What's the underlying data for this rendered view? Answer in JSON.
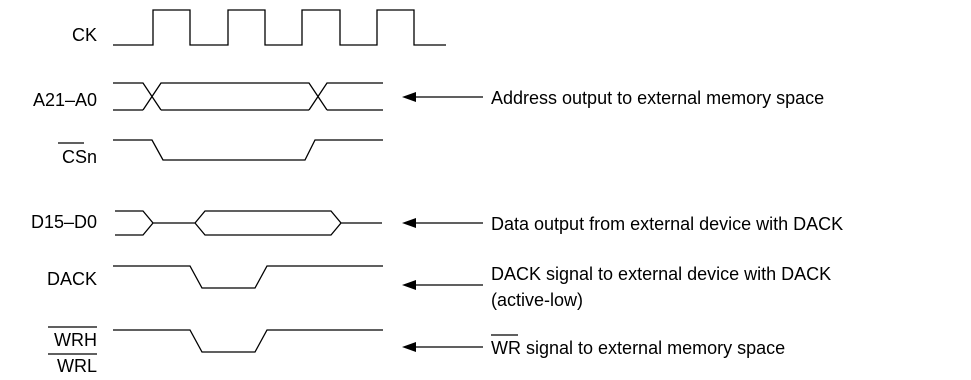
{
  "signals": {
    "ck": "CK",
    "addr": "A21–A0",
    "cs": "CS",
    "cs_suffix": "n",
    "data": "D15–D0",
    "dack": "DACK",
    "wrh": "WRH",
    "wrl": "WRL"
  },
  "annotations": {
    "addr": "Address output to external memory space",
    "data": "Data output from external device with DACK",
    "dack_line1": "DACK signal to external device with DACK",
    "dack_line2": "(active-low)",
    "wr_overline": "WR",
    "wr_rest": " signal to external memory space"
  }
}
